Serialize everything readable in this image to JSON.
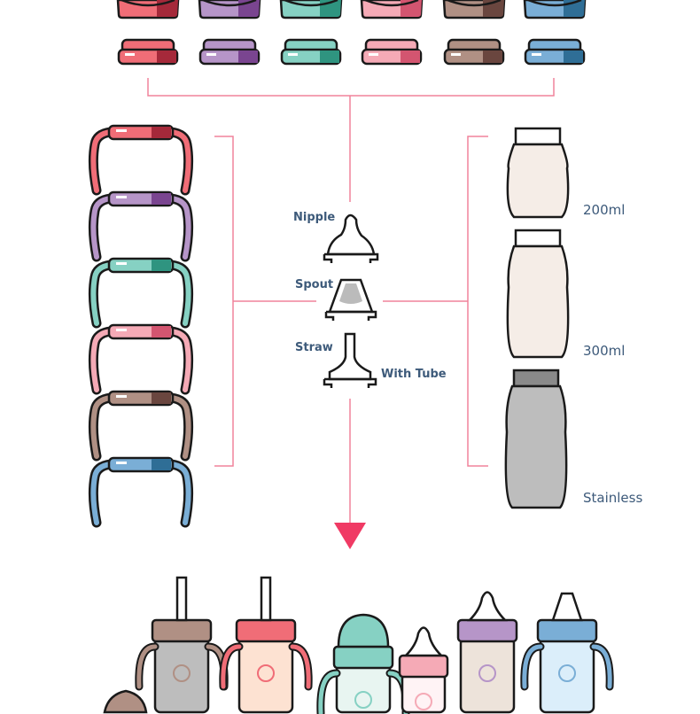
{
  "colors": [
    {
      "name": "red",
      "light": "#f06d77",
      "dark": "#a5293a"
    },
    {
      "name": "purple",
      "light": "#b695c8",
      "dark": "#7a4590"
    },
    {
      "name": "teal",
      "light": "#86d1c3",
      "dark": "#2f9480"
    },
    {
      "name": "pink",
      "light": "#f5aab6",
      "dark": "#d35570"
    },
    {
      "name": "brown",
      "light": "#b09084",
      "dark": "#6a463f"
    },
    {
      "name": "blue",
      "light": "#7aaed6",
      "dark": "#2f6e96"
    }
  ],
  "line_color": "#f0839b",
  "arrow_color": "#f03a64",
  "tops": {
    "nipple": "Nipple",
    "spout": "Spout",
    "straw": "Straw",
    "straw_note": "With Tube"
  },
  "bottles": {
    "small": "200ml",
    "large": "300ml",
    "steel": "Stainless"
  }
}
